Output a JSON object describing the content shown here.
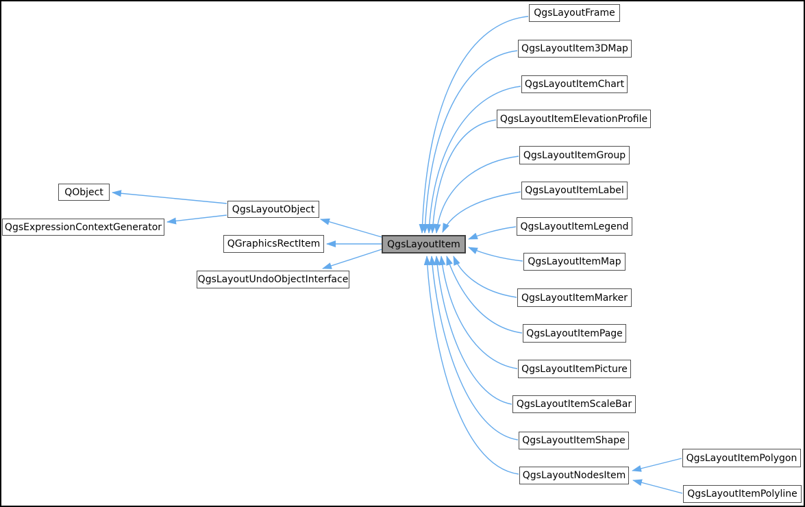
{
  "diagram": {
    "kind": "class-inheritance-graph",
    "current_class": "QgsLayoutItem",
    "nodes": [
      {
        "id": "qobject",
        "label": "QObject",
        "role": "base"
      },
      {
        "id": "qgsexpressioncontextgenerator",
        "label": "QgsExpressionContextGenerator",
        "role": "base"
      },
      {
        "id": "qgslayoutobject",
        "label": "QgsLayoutObject",
        "role": "base"
      },
      {
        "id": "qgraphicsrectitem",
        "label": "QGraphicsRectItem",
        "role": "base"
      },
      {
        "id": "qgslayoutundoobjectinterface",
        "label": "QgsLayoutUndoObjectInterface",
        "role": "base"
      },
      {
        "id": "qgslayoutitem",
        "label": "QgsLayoutItem",
        "role": "current"
      },
      {
        "id": "qgslayoutframe",
        "label": "QgsLayoutFrame",
        "role": "derived"
      },
      {
        "id": "qgslayoutitem3dmap",
        "label": "QgsLayoutItem3DMap",
        "role": "derived"
      },
      {
        "id": "qgslayoutitemchart",
        "label": "QgsLayoutItemChart",
        "role": "derived"
      },
      {
        "id": "qgslayoutitemelevationprofile",
        "label": "QgsLayoutItemElevationProfile",
        "role": "derived"
      },
      {
        "id": "qgslayoutitemgroup",
        "label": "QgsLayoutItemGroup",
        "role": "derived"
      },
      {
        "id": "qgslayoutitemlabel",
        "label": "QgsLayoutItemLabel",
        "role": "derived"
      },
      {
        "id": "qgslayoutitemlegend",
        "label": "QgsLayoutItemLegend",
        "role": "derived"
      },
      {
        "id": "qgslayoutitemmap",
        "label": "QgsLayoutItemMap",
        "role": "derived"
      },
      {
        "id": "qgslayoutitemmarker",
        "label": "QgsLayoutItemMarker",
        "role": "derived"
      },
      {
        "id": "qgslayoutitempage",
        "label": "QgsLayoutItemPage",
        "role": "derived"
      },
      {
        "id": "qgslayoutitempicture",
        "label": "QgsLayoutItemPicture",
        "role": "derived"
      },
      {
        "id": "qgslayoutitemscalebar",
        "label": "QgsLayoutItemScaleBar",
        "role": "derived"
      },
      {
        "id": "qgslayoutitemshape",
        "label": "QgsLayoutItemShape",
        "role": "derived"
      },
      {
        "id": "qgslayoutnodesitem",
        "label": "QgsLayoutNodesItem",
        "role": "derived"
      },
      {
        "id": "qgslayoutitempolygon",
        "label": "QgsLayoutItemPolygon",
        "role": "derived"
      },
      {
        "id": "qgslayoutitempolyline",
        "label": "QgsLayoutItemPolyline",
        "role": "derived"
      }
    ],
    "edges": [
      {
        "derived": "QgsLayoutObject",
        "base": "QObject"
      },
      {
        "derived": "QgsLayoutObject",
        "base": "QgsExpressionContextGenerator"
      },
      {
        "derived": "QgsLayoutItem",
        "base": "QgsLayoutObject"
      },
      {
        "derived": "QgsLayoutItem",
        "base": "QGraphicsRectItem"
      },
      {
        "derived": "QgsLayoutItem",
        "base": "QgsLayoutUndoObjectInterface"
      },
      {
        "derived": "QgsLayoutFrame",
        "base": "QgsLayoutItem"
      },
      {
        "derived": "QgsLayoutItem3DMap",
        "base": "QgsLayoutItem"
      },
      {
        "derived": "QgsLayoutItemChart",
        "base": "QgsLayoutItem"
      },
      {
        "derived": "QgsLayoutItemElevationProfile",
        "base": "QgsLayoutItem"
      },
      {
        "derived": "QgsLayoutItemGroup",
        "base": "QgsLayoutItem"
      },
      {
        "derived": "QgsLayoutItemLabel",
        "base": "QgsLayoutItem"
      },
      {
        "derived": "QgsLayoutItemLegend",
        "base": "QgsLayoutItem"
      },
      {
        "derived": "QgsLayoutItemMap",
        "base": "QgsLayoutItem"
      },
      {
        "derived": "QgsLayoutItemMarker",
        "base": "QgsLayoutItem"
      },
      {
        "derived": "QgsLayoutItemPage",
        "base": "QgsLayoutItem"
      },
      {
        "derived": "QgsLayoutItemPicture",
        "base": "QgsLayoutItem"
      },
      {
        "derived": "QgsLayoutItemScaleBar",
        "base": "QgsLayoutItem"
      },
      {
        "derived": "QgsLayoutItemShape",
        "base": "QgsLayoutItem"
      },
      {
        "derived": "QgsLayoutNodesItem",
        "base": "QgsLayoutItem"
      },
      {
        "derived": "QgsLayoutItemPolygon",
        "base": "QgsLayoutNodesItem"
      },
      {
        "derived": "QgsLayoutItemPolyline",
        "base": "QgsLayoutNodesItem"
      }
    ]
  },
  "colors": {
    "edge": "#64aaec",
    "node_bg": "#ffffff",
    "node_border": "#4f4f4f",
    "current_bg": "#9e9e9e",
    "current_border": "#404040",
    "text": "#000000",
    "background": "#ffffff",
    "frame": "#000000"
  }
}
